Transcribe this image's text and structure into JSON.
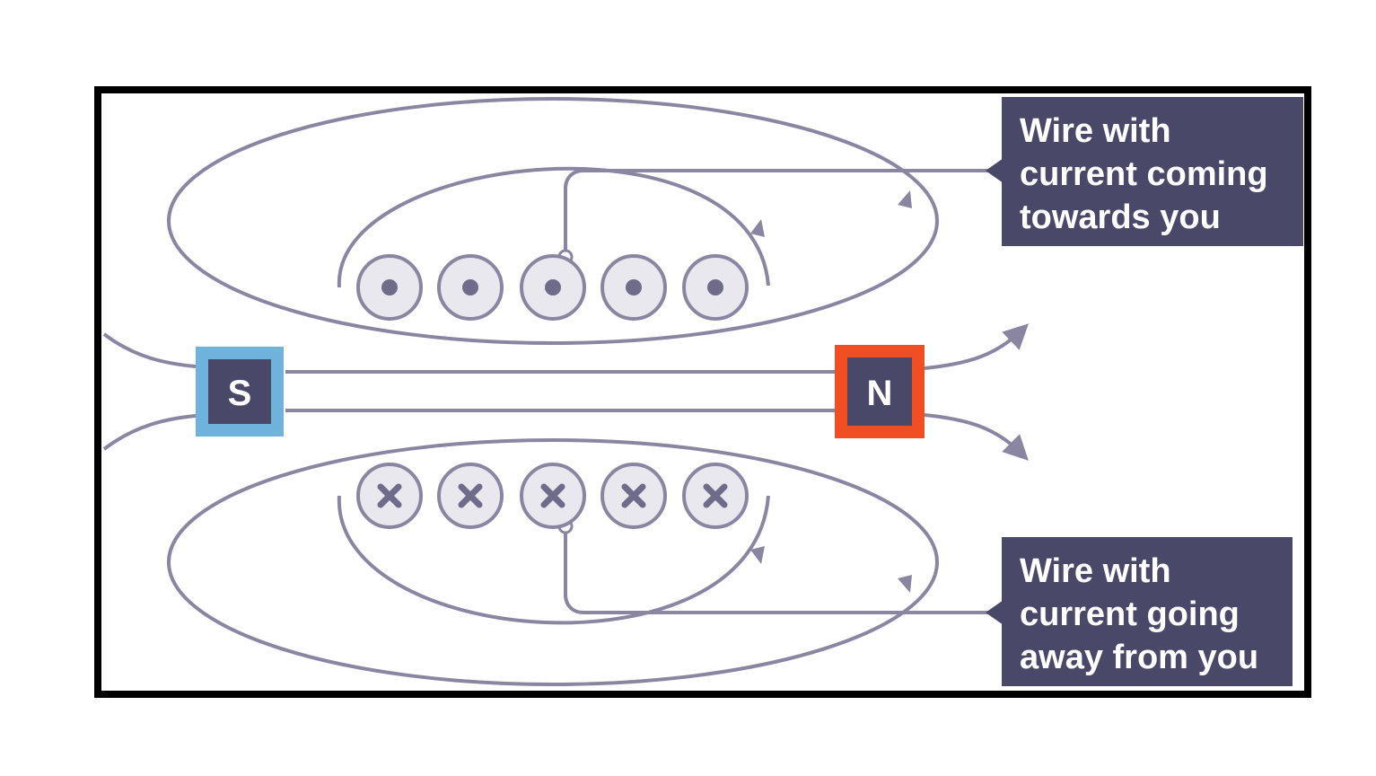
{
  "colors": {
    "frame": "#000000",
    "background": "#ffffff",
    "field_line": "#8a86a2",
    "dark_navy": "#4a4868",
    "south_pole_border": "#6fb3dd",
    "north_pole_border": "#f04e23",
    "wire_fill": "#e9e8ee",
    "label_text": "#ffffff"
  },
  "magnet": {
    "south_label": "S",
    "north_label": "N"
  },
  "callouts": {
    "top": {
      "lines": [
        "Wire with",
        "current coming",
        "towards you"
      ]
    },
    "bottom": {
      "lines": [
        "Wire with",
        "current going",
        "away from you"
      ]
    }
  },
  "wires": {
    "top_row": {
      "count": 5,
      "symbol": "dot",
      "icon": "current-out-of-page-icon"
    },
    "bottom_row": {
      "count": 5,
      "symbol": "cross",
      "icon": "current-into-page-icon"
    }
  }
}
